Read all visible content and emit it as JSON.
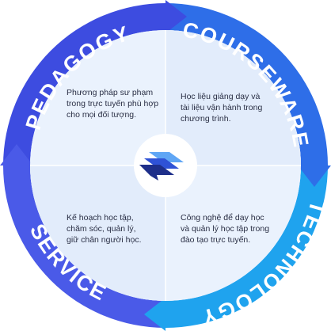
{
  "ring": {
    "labels": {
      "top_left": "PEDAGOGY",
      "top_right": "COURSEWARE",
      "bottom_right": "TECHNOLOGY",
      "bottom_left": "SERVICE"
    }
  },
  "quadrants": {
    "top_left": "Phương pháp sư phạm\ntrong trực tuyến phù hợp\ncho mọi đối tượng.",
    "top_right": "Học liệu giảng dạy và\ntài liệu vận hành trong\nchương trình.",
    "bottom_left": "Kế hoạch học tập,\nchăm sóc, quản lý,\ngiữ chân người học.",
    "bottom_right": "Công nghệ để dạy học\nvà quản lý học tập trong\nđào tạo trực tuyến."
  },
  "colors": {
    "ring_top_left": "#3d4ce0",
    "ring_top_right": "#2e6ee8",
    "ring_bottom_right": "#1fa3ee",
    "ring_bottom_left": "#4a5ae8",
    "inner_fill": "#eaf2fd",
    "inner_quadrant_alt": "#e2ecfb",
    "logo_dark": "#1e2f8a",
    "logo_mid": "#2f52d6",
    "logo_light": "#5fa6f5"
  },
  "center_logo": {
    "icon": "brand-logo-icon"
  }
}
